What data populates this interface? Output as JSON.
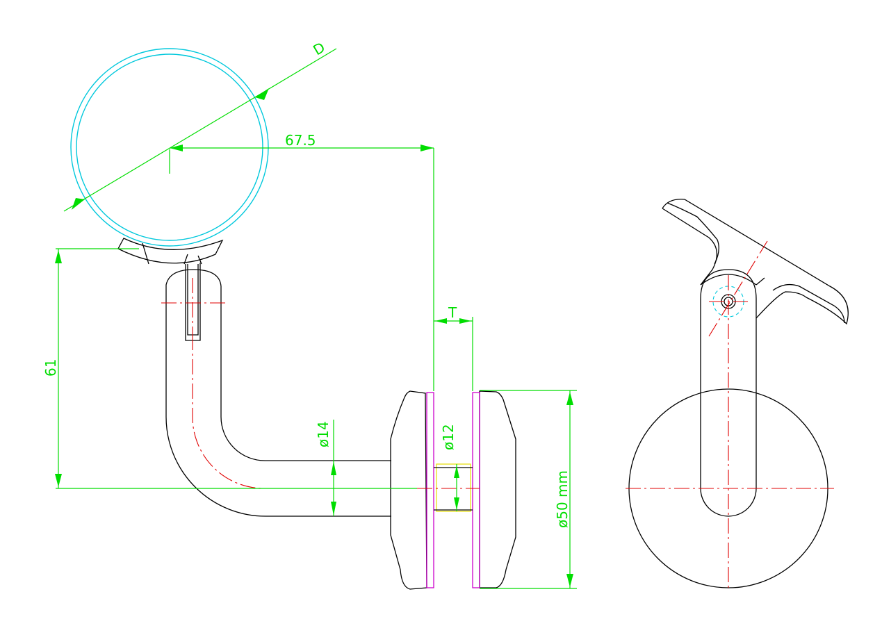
{
  "labels": {
    "tube_diameter": "D",
    "horizontal_offset": "67.5",
    "height": "61",
    "glass_thickness": "T",
    "rod_diameter": "ø14",
    "bolt_diameter": "ø12",
    "disc_diameter": "ø50 mm"
  },
  "colors": {
    "object": "#000000",
    "dimension": "#00dd00",
    "centerline": "#e00000",
    "tube": "#00c8dc",
    "glass": "#cc00cc",
    "bolt": "#e6dc00"
  }
}
